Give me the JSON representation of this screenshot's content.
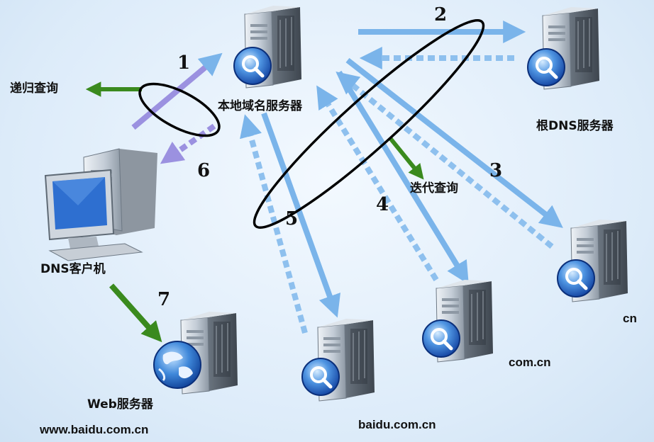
{
  "nodes": {
    "local_dns": "本地域名服务器",
    "root_dns": "根DNS服务器",
    "dns_client": "DNS客户机",
    "web_server": "Web服务器",
    "web_domain": "www.baidu.com.cn",
    "cn": "cn",
    "com_cn": "com.cn",
    "baidu": "baidu.com.cn"
  },
  "query_types": {
    "recursive": "递归查询",
    "iterative": "迭代查询"
  },
  "steps": [
    "1",
    "2",
    "3",
    "4",
    "5",
    "6",
    "7"
  ],
  "colors": {
    "query_arrow": "#7ab4ea",
    "recursive_arrow": "#9b91e0",
    "green_arrow": "#3a8a1e",
    "ellipse": "#000000"
  }
}
